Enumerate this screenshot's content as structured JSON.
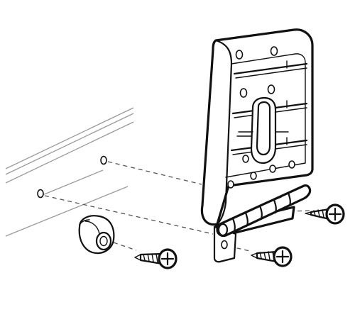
{
  "figure": {
    "subject": "bracket-hinge-assembly",
    "colors": {
      "line": "#111111",
      "guide": "#555555",
      "cabinet": "#9a9a9a",
      "background": "#ffffff"
    },
    "parts": [
      "cabinet-panel",
      "pilot-hole",
      "leveler-foot",
      "mounting-bracket",
      "hinge-plate",
      "wood-screw"
    ],
    "screw_count": 3,
    "icons": [
      "phillips-screw-icon",
      "leveler-foot-icon"
    ]
  }
}
